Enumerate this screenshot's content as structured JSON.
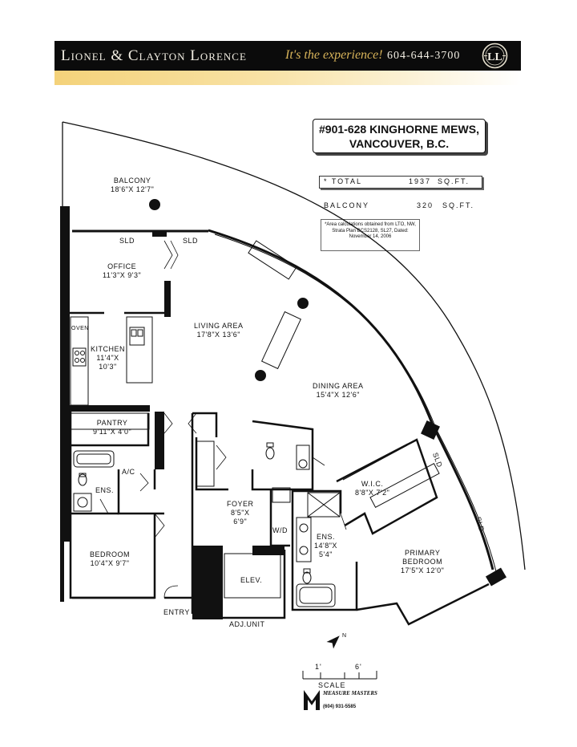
{
  "banner": {
    "brand": "Lionel & Clayton Lorence",
    "tagline": "It's the experience!",
    "phone": "604-644-3700",
    "logo_icon": "ll-monogram-logo"
  },
  "property": {
    "address_line1": "#901-628 KINGHORNE MEWS,",
    "address_line2": "VANCOUVER, B.C."
  },
  "areas": {
    "total_label": "* TOTAL",
    "total_value": "1937",
    "total_unit": "SQ.FT.",
    "balcony_label": "BALCONY",
    "balcony_value": "320",
    "balcony_unit": "SQ.FT.",
    "note": "*Area calculations obtained from LTO, NW, Strata Plan BCS2128, SL27, Dated: November 14, 2006"
  },
  "rooms": {
    "balcony": {
      "name": "BALCONY",
      "dim": "18'6\"X 12'7\""
    },
    "office": {
      "name": "OFFICE",
      "dim": "11'3\"X  9'3\""
    },
    "living": {
      "name": "LIVING AREA",
      "dim": "17'8\"X  13'6\""
    },
    "kitchen": {
      "name": "KITCHEN",
      "dim1": "11'4\"X",
      "dim2": "10'3\""
    },
    "dining": {
      "name": "DINING AREA",
      "dim": "15'4\"X  12'6\""
    },
    "pantry": {
      "name": "PANTRY",
      "dim": "9'11\"X  4'0\""
    },
    "wic": {
      "name": "W.I.C.",
      "dim": "8'8\"X  7'2\""
    },
    "foyer": {
      "name": "FOYER",
      "dim1": "8'5\"X",
      "dim2": "6'9\""
    },
    "ens2": {
      "name": "ENS.",
      "dim1": "14'8\"X",
      "dim2": "5'4\""
    },
    "primary": {
      "name": "PRIMARY",
      "name2": "BEDROOM",
      "dim": "17'5\"X  12'0\""
    },
    "bedroom": {
      "name": "BEDROOM",
      "dim": "10'4\"X  9'7\""
    }
  },
  "labels": {
    "sld_left": "SLD",
    "sld_right": "SLD",
    "sld_primary1": "SLD",
    "sld_primary2": "SLD",
    "oven": "OVEN",
    "ac": "A/C",
    "ens1": "ENS.",
    "wd": "W/D",
    "elev": "ELEV.",
    "entry": "ENTRY",
    "adj_unit": "ADJ.UNIT"
  },
  "scale": {
    "tick1": "1'",
    "tick2": "6'",
    "label": "SCALE"
  },
  "compass": {
    "north": "N",
    "icon": "north-arrow-icon"
  },
  "credit": {
    "company": "MEASURE MASTERS",
    "phone": "(604) 931-5585",
    "logo_icon": "measure-masters-logo"
  }
}
